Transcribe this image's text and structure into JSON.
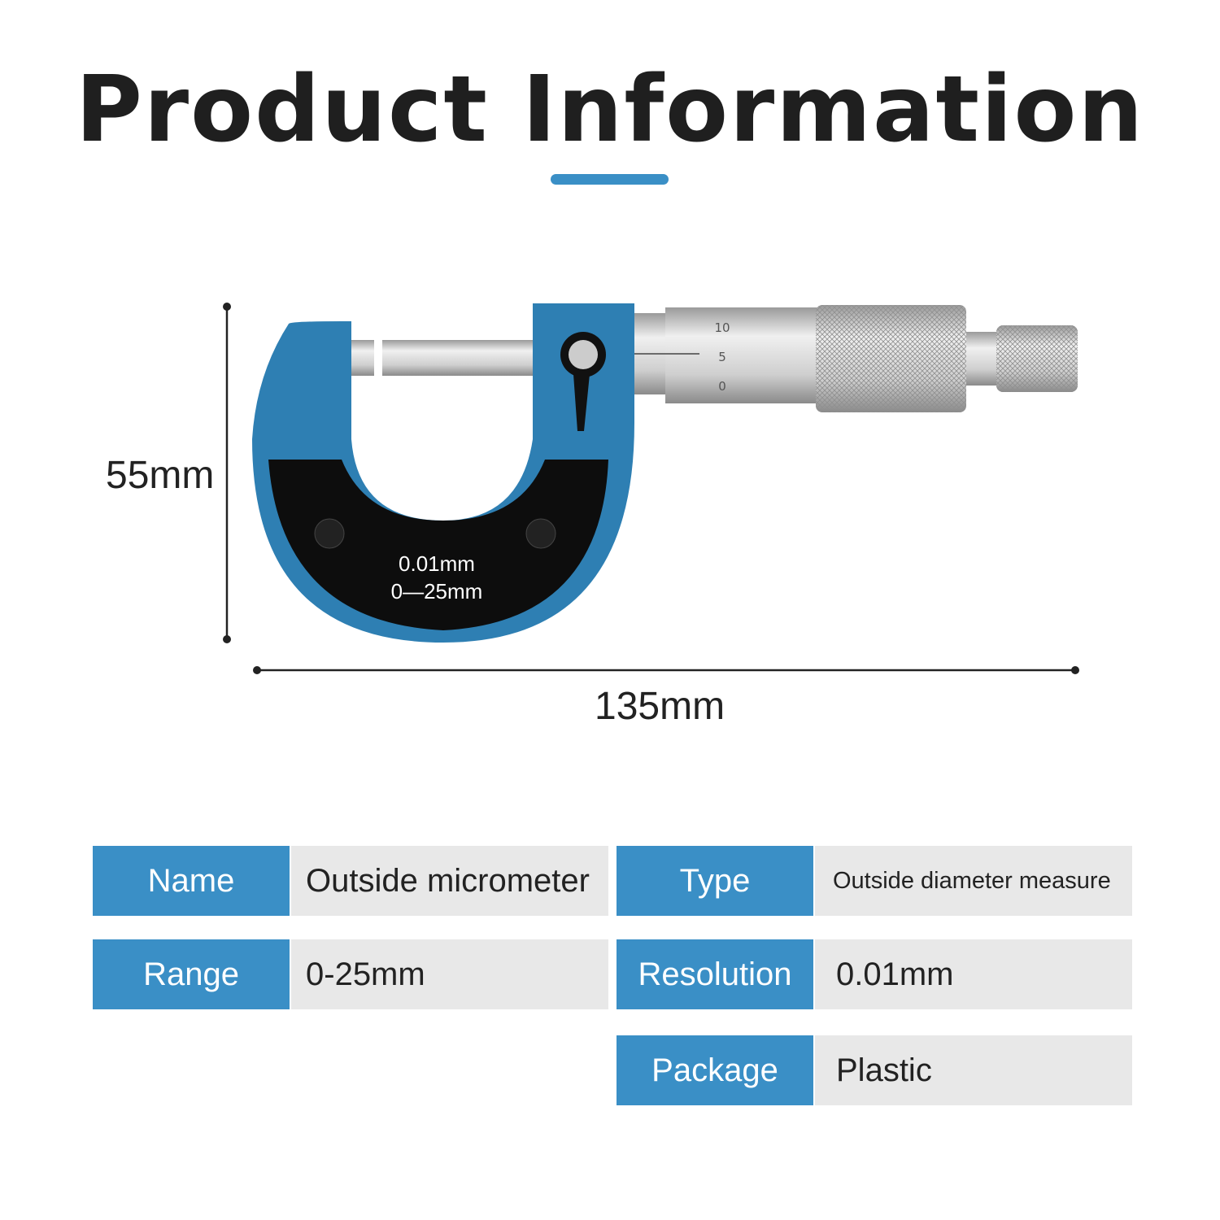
{
  "title": "Product Information",
  "colors": {
    "accent": "#3a8fc6",
    "value_bg": "#e8e8e8",
    "frame_blue": "#2e7fb3"
  },
  "dimensions": {
    "height_label": "55mm",
    "width_label": "135mm"
  },
  "product_image": {
    "frame_text_line1": "0.01mm",
    "frame_text_line2": "0—25mm",
    "thimble_marks": [
      "10",
      "5",
      "0"
    ]
  },
  "specs": [
    {
      "label": "Name",
      "value": "Outside micrometer"
    },
    {
      "label": "Type",
      "value": "Outside diameter measure"
    },
    {
      "label": "Range",
      "value": "0-25mm"
    },
    {
      "label": "Resolution",
      "value": "0.01mm"
    },
    {
      "label": "Package",
      "value": "Plastic"
    }
  ]
}
